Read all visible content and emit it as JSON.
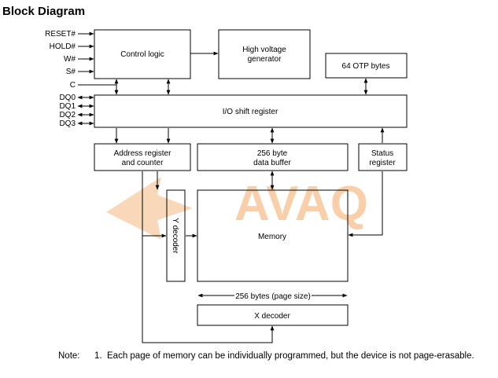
{
  "title": "Block Diagram",
  "watermark": {
    "text": "AVAQ",
    "color": "#f7c79a"
  },
  "signals": {
    "reset": "RESET#",
    "hold": "HOLD#",
    "w": "W#",
    "s": "S#",
    "c": "C",
    "dq0": "DQ0",
    "dq1": "DQ1",
    "dq2": "DQ2",
    "dq3": "DQ3"
  },
  "blocks": {
    "control_logic": "Control logic",
    "hv_gen_line1": "High voltage",
    "hv_gen_line2": "generator",
    "otp": "64 OTP bytes",
    "io_shift": "I/O shift register",
    "addr_line1": "Address register",
    "addr_line2": "and counter",
    "buffer_line1": "256 byte",
    "buffer_line2": "data buffer",
    "status_line1": "Status",
    "status_line2": "register",
    "y_decoder": "Y decoder",
    "memory": "Memory",
    "page_size": "256 bytes (page size)",
    "x_decoder": "X decoder"
  },
  "note": {
    "tag": "Note:",
    "number": "1.",
    "text": "Each page of memory can be individually programmed, but the device is not page-erasable."
  }
}
